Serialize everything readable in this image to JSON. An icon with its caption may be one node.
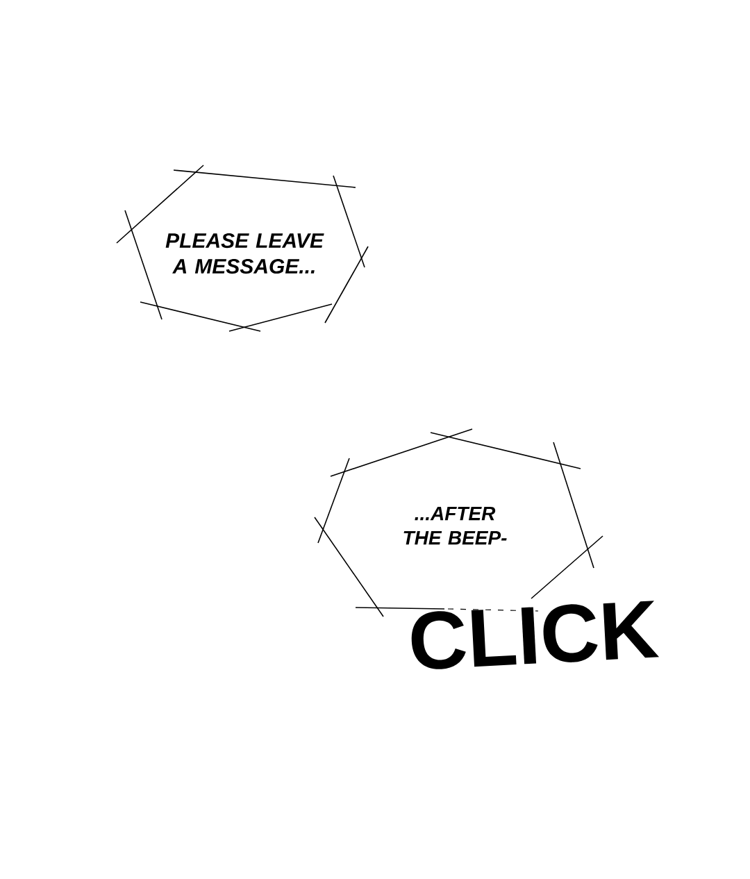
{
  "diagram": {
    "nodes": [
      {
        "text": [
          "PLEASE LEAVE A MESSAGE..."
        ]
      },
      {
        "text": [
          "...AFTER THE BEEP-"
        ]
      }
    ],
    "labels": [
      "CLICK"
    ]
  }
}
